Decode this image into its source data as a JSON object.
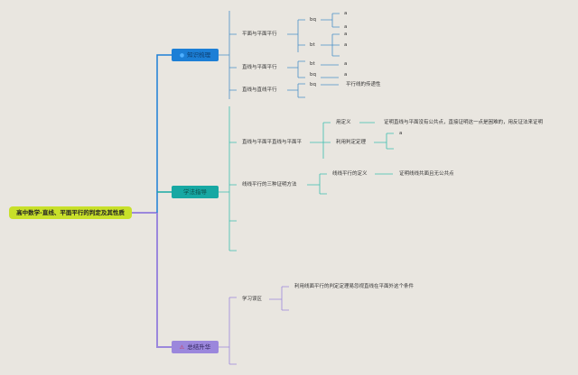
{
  "root": {
    "label": "高中数学-直线、平面平行的判定及其性质",
    "color": "#c8e02a"
  },
  "branches": [
    {
      "label": "知识梳理",
      "icon": "circle-icon",
      "color": "#1c7fd6",
      "children": [
        {
          "label": "平面与平面平行",
          "children": [
            {
              "label": "bq",
              "children": [
                "a",
                "a"
              ]
            },
            {
              "label": "bt",
              "children": [
                "a",
                "a"
              ]
            }
          ]
        },
        {
          "label": "直线与平面平行",
          "children": [
            {
              "label": "bt",
              "children": [
                "a"
              ]
            },
            {
              "label": "bq",
              "children": [
                "a"
              ]
            }
          ]
        },
        {
          "label": "直线与直线平行",
          "children": [
            {
              "label": "bq",
              "children": [
                "平行线的传递性"
              ]
            }
          ]
        }
      ]
    },
    {
      "label": "学法指导",
      "color": "#17a8a3",
      "children": [
        {
          "label": "直线与平面平直线与平面平",
          "children": [
            {
              "label": "用定义",
              "children": [
                "证明直线与平面没有公共点，直接证明这一点是困难的，用反证法来证明"
              ]
            },
            {
              "label": "利用判定定理",
              "children": [
                "a"
              ]
            }
          ]
        },
        {
          "label": "线线平行的三种证明方法",
          "children": [
            {
              "label": "线线平行的定义",
              "children": [
                "证明线线共面且无公共点"
              ]
            }
          ]
        }
      ]
    },
    {
      "label": "总结升华",
      "icon": "warning-icon",
      "color": "#9b87dc",
      "children": [
        {
          "label": "学习误区",
          "children": [
            "利用线面平行的判定定理易忽视直线在平面外这个条件"
          ]
        }
      ]
    }
  ]
}
